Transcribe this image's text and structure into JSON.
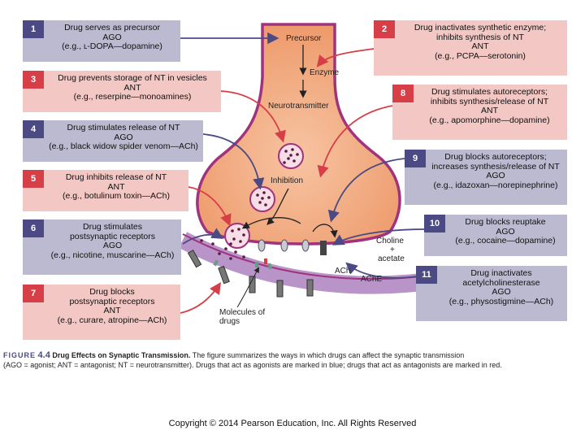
{
  "boxes": [
    {
      "num": "1",
      "lines": [
        "Drug serves as precursor",
        "AGO",
        "(e.g., ʟ-DOPA—dopamine)"
      ]
    },
    {
      "num": "2",
      "lines": [
        "Drug inactivates synthetic enzyme;",
        "inhibits synthesis of NT",
        "ANT",
        "(e.g., PCPA—serotonin)"
      ]
    },
    {
      "num": "3",
      "lines": [
        "Drug prevents storage of NT in vesicles",
        "ANT",
        "(e.g., reserpine—monoamines)"
      ]
    },
    {
      "num": "8",
      "lines": [
        "Drug stimulates autoreceptors;",
        "inhibits synthesis/release of NT",
        "ANT",
        "(e.g., apomorphine—dopamine)"
      ]
    },
    {
      "num": "4",
      "lines": [
        "Drug stimulates release of NT",
        "AGO",
        "(e.g., black widow spider venom—ACh)"
      ]
    },
    {
      "num": "9",
      "lines": [
        "Drug blocks autoreceptors;",
        "increases synthesis/release of NT",
        "AGO",
        "(e.g., idazoxan—norepinephrine)"
      ]
    },
    {
      "num": "5",
      "lines": [
        "Drug inhibits release of NT",
        "ANT",
        "(e.g., botulinum toxin—ACh)"
      ]
    },
    {
      "num": "10",
      "lines": [
        "Drug blocks reuptake",
        "AGO",
        "(e.g., cocaine—dopamine)"
      ]
    },
    {
      "num": "6",
      "lines": [
        "Drug stimulates",
        "postsynaptic receptors",
        "AGO",
        "(e.g., nicotine, muscarine—ACh)"
      ]
    },
    {
      "num": "11",
      "lines": [
        "Drug inactivates",
        "acetylcholinesterase",
        "AGO",
        "(e.g., physostigmine—ACh)"
      ]
    },
    {
      "num": "7",
      "lines": [
        "Drug blocks",
        "postsynaptic receptors",
        "ANT",
        "(e.g., curare, atropine—ACh)"
      ]
    }
  ],
  "labels": {
    "precursor": "Precursor",
    "enzyme": "Enzyme",
    "neurotransmitter": "Neurotransmitter",
    "inhibition": "Inhibition",
    "choline": "Choline",
    "plus": "+",
    "acetate": "acetate",
    "ach": "ACh",
    "ache": "AChE",
    "molecules1": "Molecules of",
    "molecules2": "drugs"
  },
  "caption": {
    "figure_word": "FIGURE",
    "figure_num": "4.4",
    "title": "Drug Effects on Synaptic Transmission.",
    "text1": "The figure summarizes the ways in which drugs can affect the synaptic transmission",
    "text2": "(AGO = agonist; ANT = antagonist; NT = neurotransmitter). Drugs that act as agonists are marked in blue; drugs that act as antagonists are marked in red."
  },
  "copyright": "Copyright © 2014 Pearson Education, Inc. All Rights Reserved",
  "colors": {
    "agonist": "#4b4a85",
    "antagonist": "#d63f47",
    "terminal": "#f3b086",
    "membrane": "#a0337e"
  }
}
